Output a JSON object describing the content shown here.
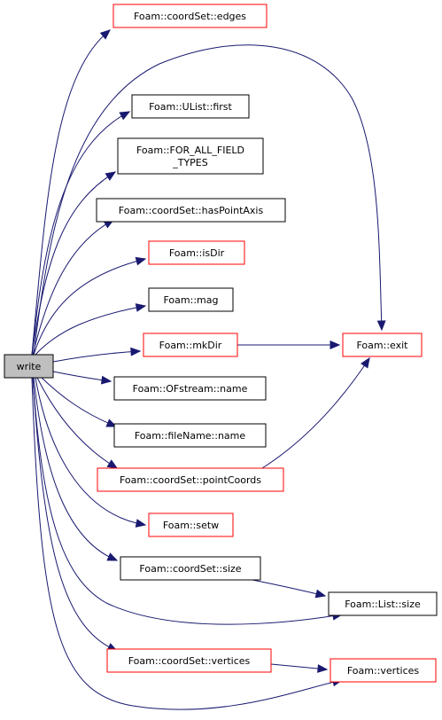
{
  "colors": {
    "edge": "#191970",
    "node_border_default": "#000000",
    "node_border_link": "#ff0000",
    "root_fill": "#bfbfbf",
    "node_fill": "#ffffff"
  },
  "root": {
    "id": "write",
    "label": "write",
    "border": "black",
    "fill": "gray"
  },
  "nodes": [
    {
      "id": "edges",
      "lines": [
        "Foam::coordSet::edges"
      ],
      "border": "red"
    },
    {
      "id": "ulist_first",
      "lines": [
        "Foam::UList::first"
      ],
      "border": "black"
    },
    {
      "id": "for_all",
      "lines": [
        "Foam::FOR_ALL_FIELD",
        "_TYPES"
      ],
      "border": "black"
    },
    {
      "id": "haspoint",
      "lines": [
        "Foam::coordSet::hasPointAxis"
      ],
      "border": "black"
    },
    {
      "id": "isdir",
      "lines": [
        "Foam::isDir"
      ],
      "border": "red"
    },
    {
      "id": "mag",
      "lines": [
        "Foam::mag"
      ],
      "border": "black"
    },
    {
      "id": "mkdir",
      "lines": [
        "Foam::mkDir"
      ],
      "border": "red"
    },
    {
      "id": "ofname",
      "lines": [
        "Foam::OFstream::name"
      ],
      "border": "black"
    },
    {
      "id": "fnname",
      "lines": [
        "Foam::fileName::name"
      ],
      "border": "black"
    },
    {
      "id": "pointcoords",
      "lines": [
        "Foam::coordSet::pointCoords"
      ],
      "border": "red"
    },
    {
      "id": "setw",
      "lines": [
        "Foam::setw"
      ],
      "border": "red"
    },
    {
      "id": "cssize",
      "lines": [
        "Foam::coordSet::size"
      ],
      "border": "black"
    },
    {
      "id": "csvertices",
      "lines": [
        "Foam::coordSet::vertices"
      ],
      "border": "red"
    },
    {
      "id": "exit",
      "lines": [
        "Foam::exit"
      ],
      "border": "red"
    },
    {
      "id": "listsize",
      "lines": [
        "Foam::List::size"
      ],
      "border": "black"
    },
    {
      "id": "vertices",
      "lines": [
        "Foam::vertices"
      ],
      "border": "red"
    }
  ],
  "edges": [
    {
      "from": "write",
      "to": "edges"
    },
    {
      "from": "write",
      "to": "exit"
    },
    {
      "from": "write",
      "to": "ulist_first"
    },
    {
      "from": "write",
      "to": "for_all"
    },
    {
      "from": "write",
      "to": "haspoint"
    },
    {
      "from": "write",
      "to": "isdir"
    },
    {
      "from": "write",
      "to": "mag"
    },
    {
      "from": "write",
      "to": "mkdir"
    },
    {
      "from": "write",
      "to": "ofname"
    },
    {
      "from": "write",
      "to": "fnname"
    },
    {
      "from": "write",
      "to": "pointcoords"
    },
    {
      "from": "write",
      "to": "setw"
    },
    {
      "from": "write",
      "to": "cssize"
    },
    {
      "from": "write",
      "to": "listsize"
    },
    {
      "from": "write",
      "to": "csvertices"
    },
    {
      "from": "write",
      "to": "vertices"
    },
    {
      "from": "mkdir",
      "to": "exit"
    },
    {
      "from": "pointcoords",
      "to": "exit"
    },
    {
      "from": "cssize",
      "to": "listsize"
    },
    {
      "from": "csvertices",
      "to": "vertices"
    }
  ]
}
